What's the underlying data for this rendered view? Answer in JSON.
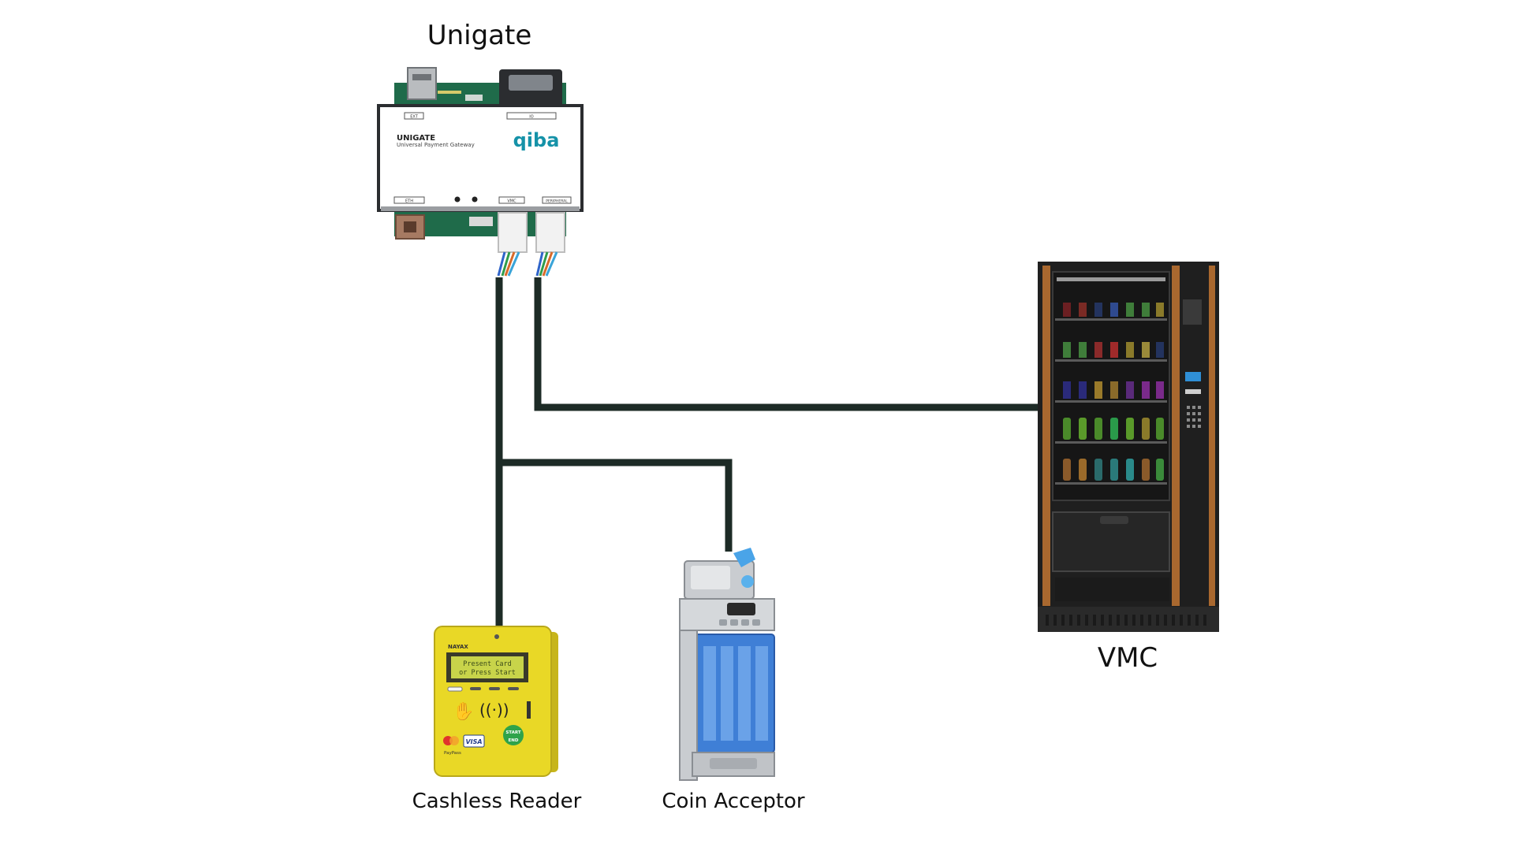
{
  "labels": {
    "unigate": "Unigate",
    "vmc": "VMC",
    "cashless_reader": "Cashless Reader",
    "coin_acceptor": "Coin Acceptor"
  },
  "unigate": {
    "brand_title": "UNIGATE",
    "brand_subtitle": "Universal Payment Gateway",
    "logo": "qiba",
    "port_labels": [
      "EXT",
      "IO",
      "ETH",
      "VMC",
      "PERIPHERAL"
    ]
  },
  "cashless_reader": {
    "brand": "NAYAX",
    "screen_line1": "Present Card",
    "screen_line2": "or Press Start",
    "start_label": "START",
    "end_label": "END",
    "card_label": "VISA",
    "paypass_label": "PayPass"
  },
  "colors": {
    "cable": "#1d2b26",
    "reader_body": "#e9d826",
    "reader_screen": "#c8d44a",
    "vending_trim": "#a9682f",
    "vending_body": "#1f1f1f",
    "acceptor_blue": "#3f7fd6",
    "pcb_green": "#1f6b4a",
    "logo_teal": "#1592a8"
  }
}
